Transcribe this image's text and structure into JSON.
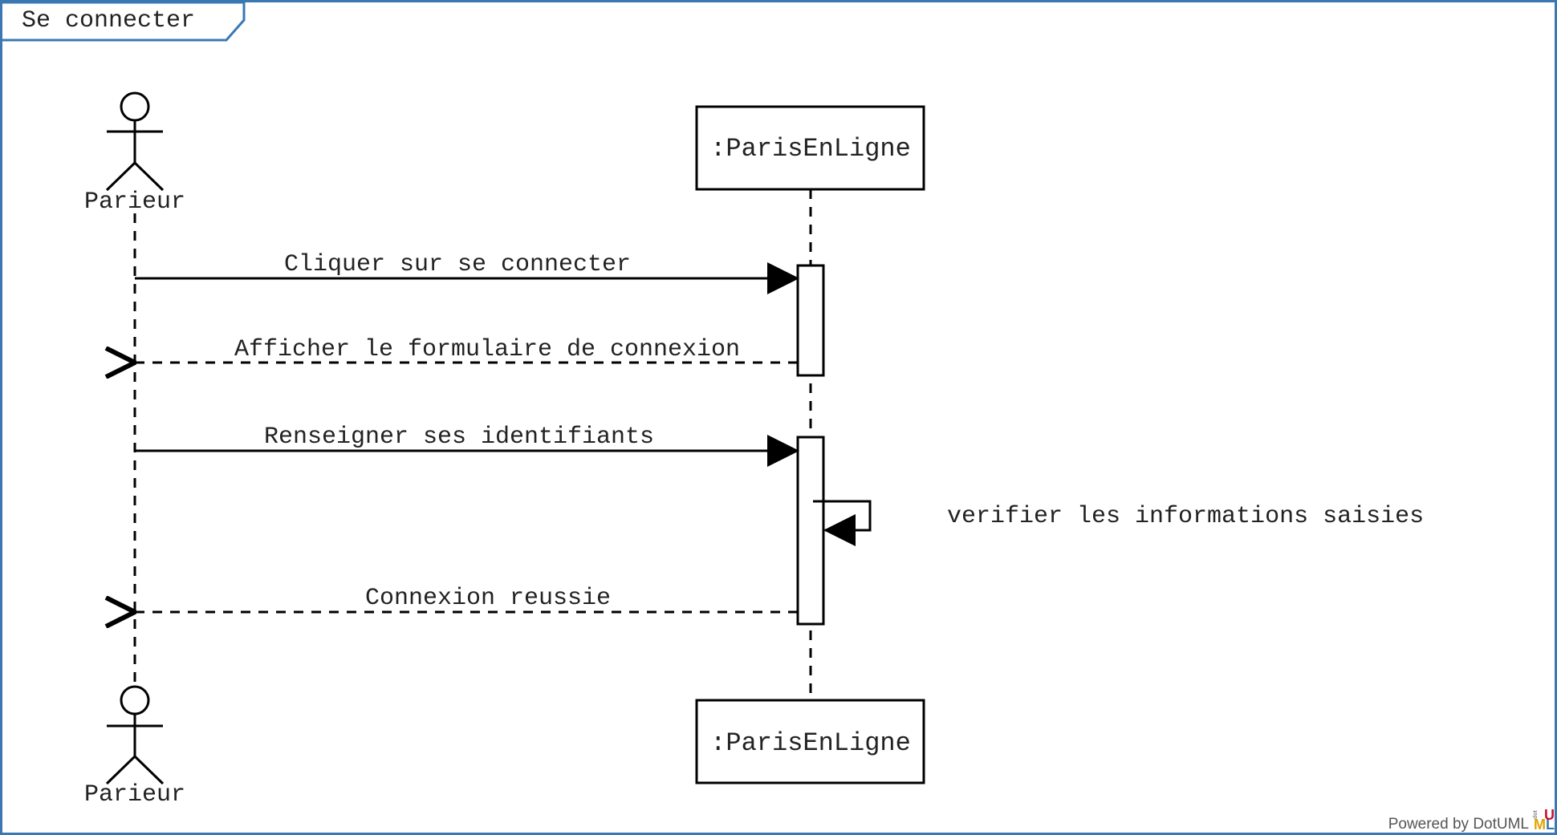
{
  "frame": {
    "title": "Se connecter"
  },
  "participants": [
    {
      "kind": "actor",
      "name": "Parieur"
    },
    {
      "kind": "object",
      "name": ":ParisEnLigne"
    }
  ],
  "messages": [
    {
      "label": "Cliquer sur se connecter",
      "from": "Parieur",
      "to": ":ParisEnLigne",
      "style": "sync"
    },
    {
      "label": "Afficher le formulaire de connexion",
      "from": ":ParisEnLigne",
      "to": "Parieur",
      "style": "return"
    },
    {
      "label": "Renseigner ses identifiants",
      "from": "Parieur",
      "to": ":ParisEnLigne",
      "style": "sync"
    },
    {
      "label": "verifier les informations saisies",
      "from": ":ParisEnLigne",
      "to": ":ParisEnLigne",
      "style": "self"
    },
    {
      "label": "Connexion reussie",
      "from": ":ParisEnLigne",
      "to": "Parieur",
      "style": "return"
    }
  ],
  "footer": {
    "powered_by": "Powered by DotUML",
    "logo_text": "dot UML"
  },
  "colors": {
    "frame_border": "#3b78b3",
    "line": "#000000",
    "text": "#222222"
  }
}
